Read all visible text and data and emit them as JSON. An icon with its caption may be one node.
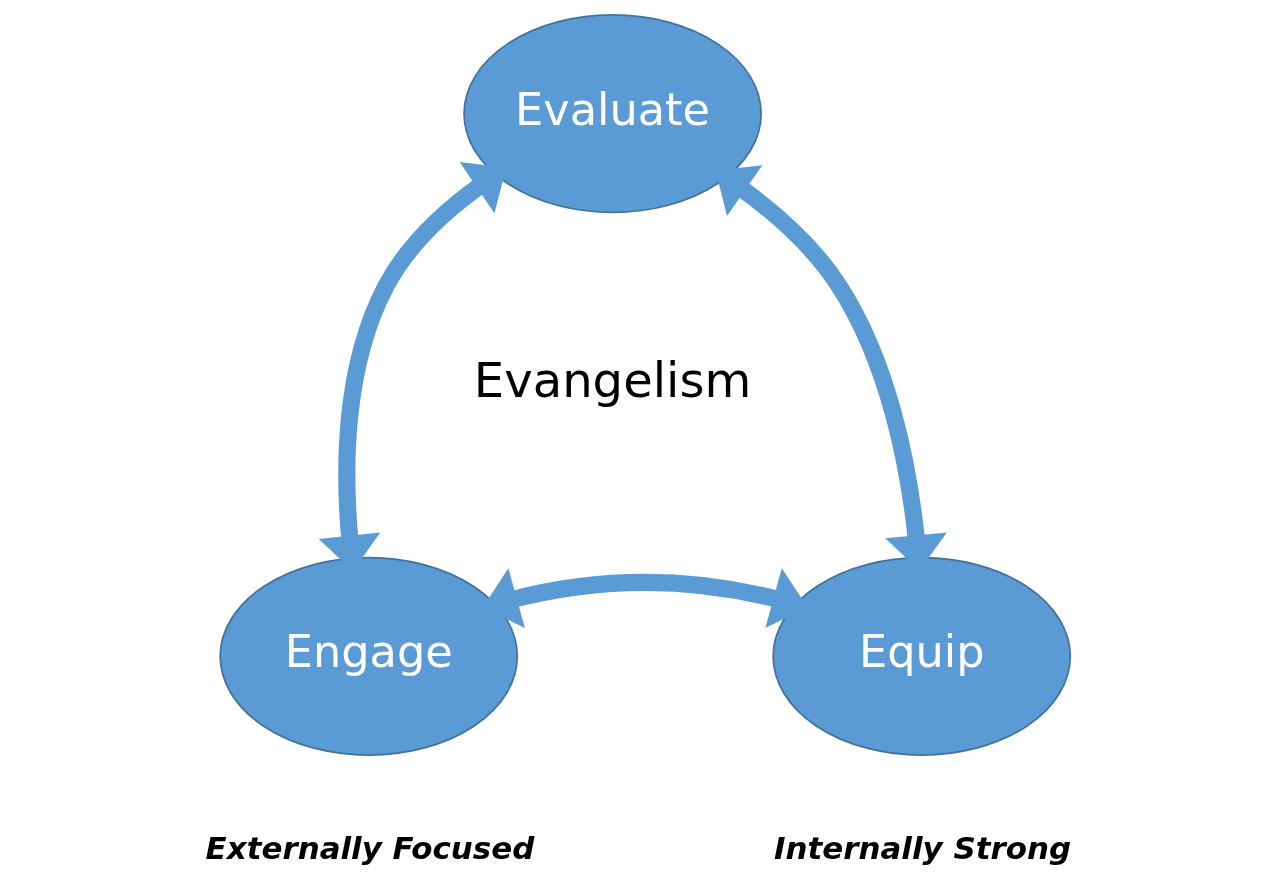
{
  "diagram": {
    "nodes": [
      {
        "text": [
          "Evaluate"
        ]
      },
      {
        "text": [
          "Engage"
        ],
        "beside": [
          "Externally Focused"
        ]
      },
      {
        "text": [
          "Equip"
        ],
        "beside": [
          "Internally Strong"
        ]
      }
    ],
    "edges": [
      {
        "from": 0,
        "to": 1,
        "arrow": "both"
      },
      {
        "from": 0,
        "to": 2,
        "arrow": "both"
      },
      {
        "from": 1,
        "to": 2,
        "arrow": "both"
      }
    ],
    "labels": [
      "Evangelism"
    ]
  }
}
